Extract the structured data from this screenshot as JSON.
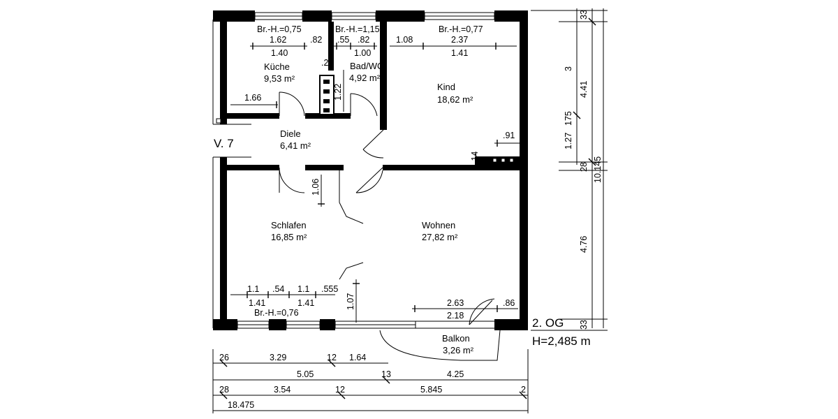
{
  "plan": {
    "unit_label": "V. 7",
    "floor": "2. OG",
    "height": "H=2,485 m"
  },
  "rooms": {
    "kueche": {
      "name": "Küche",
      "area": "9,53 m²"
    },
    "bad": {
      "name": "Bad/WC",
      "area": "4,92 m²"
    },
    "kind": {
      "name": "Kind",
      "area": "18,62 m²"
    },
    "diele": {
      "name": "Diele",
      "area": "6,41 m²"
    },
    "schlafen": {
      "name": "Schlafen",
      "area": "16,85 m²"
    },
    "wohnen": {
      "name": "Wohnen",
      "area": "27,82 m²"
    },
    "balkon": {
      "name": "Balkon",
      "area": "3,26 m²"
    }
  },
  "sill_heights": {
    "kueche": "Br.-H.=0,75",
    "bad": "Br.-H.=1,15",
    "kind": "Br.-H.=0,77",
    "schlafen": "Br.-H.=0,76"
  },
  "inner_dims": {
    "k_1": "1.62",
    "k_2": ".82",
    "k_3": "1.40",
    "b_1": ".55",
    "b_2": ".82",
    "b_3": "1.00",
    "c_1": "1.08",
    "c_2": "2.37",
    "c_3": "1.41",
    "d_28": ".28",
    "d_122": "1.22",
    "d_166": "1.66",
    "d_91": ".91",
    "d_14": ".14",
    "s_106": "1.06",
    "s_1": "1.1",
    "s_2": ".54",
    "s_3": "1.1",
    "s_4": ".555",
    "s_5": "1.41",
    "s_6": "1.41",
    "w_107": "1.07",
    "w_263": "2.63",
    "w_218": "2.18",
    "w_86": ".86"
  },
  "right_dims": {
    "r_33a": "33",
    "r_3": "3",
    "r_441": "4.41",
    "r_175": "175",
    "r_127": "1.27",
    "r_28": "28",
    "r_10145": "10.145",
    "r_476": "4.76",
    "r_33b": "33"
  },
  "bottom_dims": {
    "row1": [
      "26",
      "3.29",
      "12",
      "1.64"
    ],
    "row2": [
      "5.05",
      "13",
      "4.25"
    ],
    "row3": [
      "28",
      "3.54",
      "12",
      "5.845",
      "2"
    ],
    "total": "18.475"
  }
}
